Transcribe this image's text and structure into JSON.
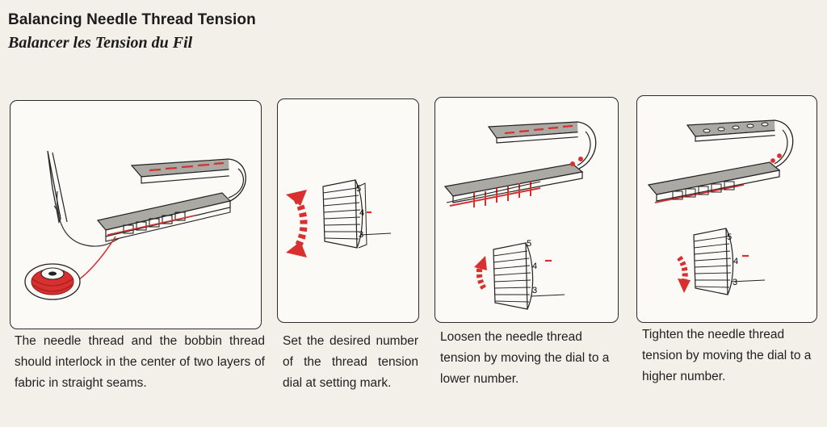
{
  "title": "Balancing Needle Thread Tension",
  "subtitle": "Balancer les Tension du Fil",
  "panels": [
    {
      "caption": "The needle thread and the bobbin thread should interlock in the center of two layers of fabric in straight seams."
    },
    {
      "caption": "Set the desired number of the thread tension dial at setting mark.",
      "dial_numbers": [
        "5",
        "4",
        "3"
      ]
    },
    {
      "caption": "Loosen the needle thread tension by moving the dial to a lower number.",
      "dial_numbers": [
        "5",
        "4",
        "3"
      ]
    },
    {
      "caption": "Tighten the needle thread tension by moving the dial to a higher number.",
      "dial_numbers": [
        "5",
        "4",
        "3"
      ]
    }
  ],
  "colors": {
    "thread_red": "#d8302f",
    "fabric_gray": "#a8a7a3",
    "ink": "#1c1c1c"
  }
}
